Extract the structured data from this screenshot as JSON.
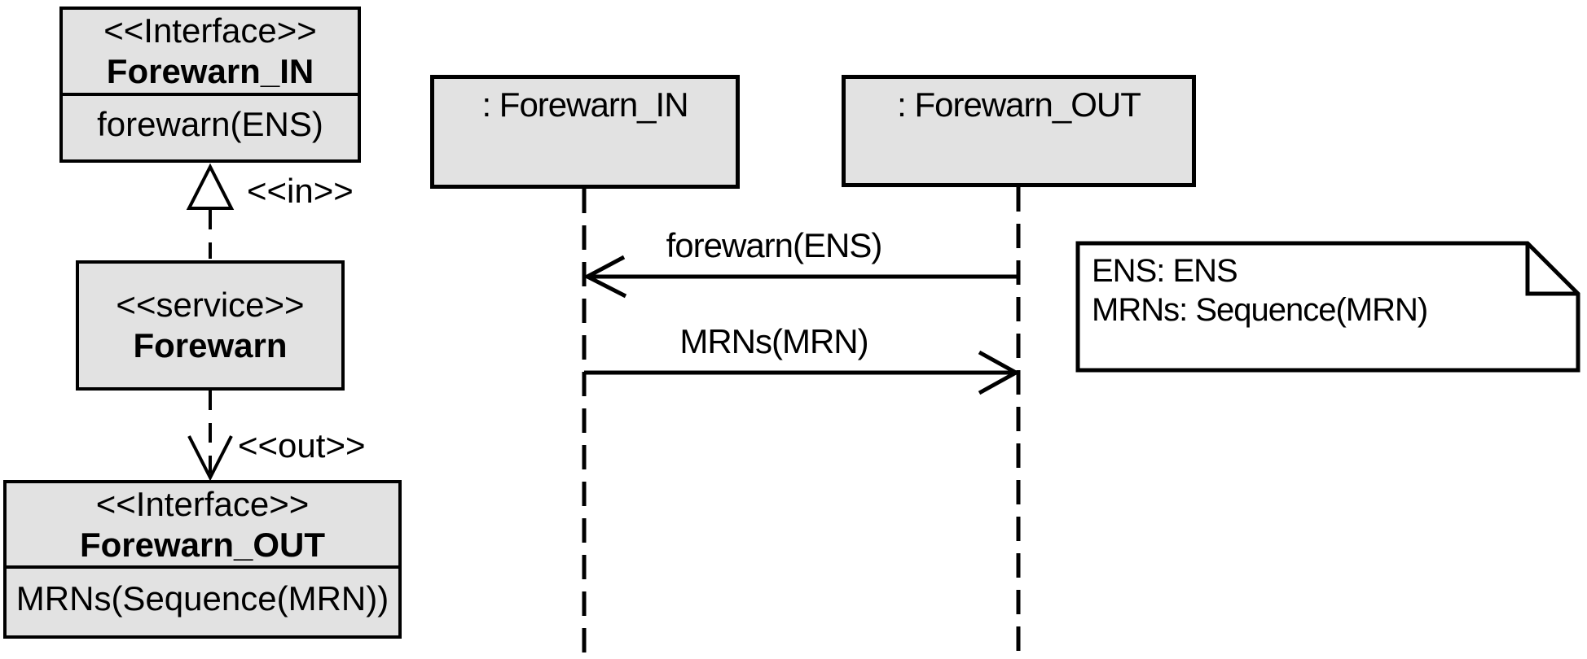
{
  "class_diagram": {
    "interface_in": {
      "stereotype": "<<Interface>>",
      "name": "Forewarn_IN",
      "operation": "forewarn(ENS)"
    },
    "realization_label": "<<in>>",
    "service": {
      "stereotype": "<<service>>",
      "name": "Forewarn"
    },
    "dependency_label": "<<out>>",
    "interface_out": {
      "stereotype": "<<Interface>>",
      "name": "Forewarn_OUT",
      "operation": "MRNs(Sequence(MRN))"
    }
  },
  "sequence_diagram": {
    "lifeline_in_label": ": Forewarn_IN",
    "lifeline_out_label": ": Forewarn_OUT",
    "messages": [
      {
        "label": "forewarn(ENS)",
        "direction": "right-to-left"
      },
      {
        "label": "MRNs(MRN)",
        "direction": "left-to-right"
      }
    ],
    "note_lines": [
      "ENS: ENS",
      "MRNs: Sequence(MRN)"
    ]
  },
  "colors": {
    "box_fill": "#e2e2e2",
    "stroke": "#000000",
    "background": "#ffffff"
  }
}
